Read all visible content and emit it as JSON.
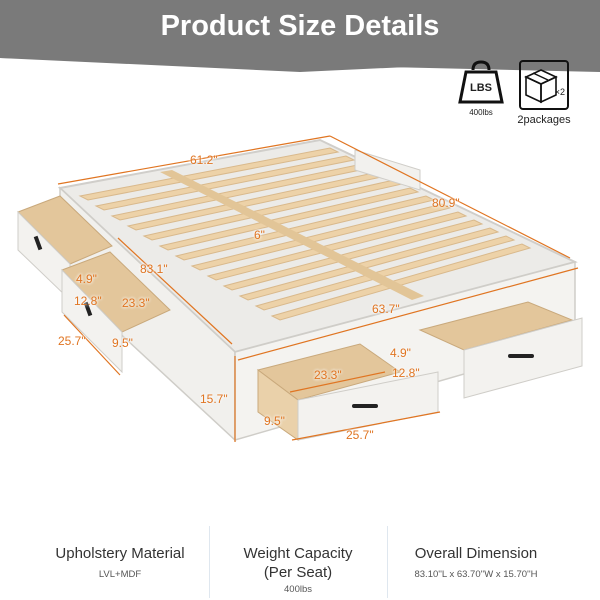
{
  "header": {
    "title": "Product Size Details"
  },
  "badges": {
    "weight_icon_text": "LBS",
    "weight_caption": "400lbs",
    "package_count": "×2",
    "package_caption": "2packages"
  },
  "dimensions": {
    "width": "61.2\"",
    "length": "80.9\"",
    "slat_gap": "6\"",
    "length_inner": "83.1\"",
    "width_inner": "63.7\"",
    "height": "15.7\"",
    "drawer_left_depth": "4.9\"",
    "drawer_left_width": "12.8\"",
    "drawer_left_length": "23.3\"",
    "drawer_left_outer": "25.7\"",
    "drawer_left_height": "9.5\"",
    "drawer_front_depth": "4.9\"",
    "drawer_front_width": "12.8\"",
    "drawer_front_length": "23.3\"",
    "drawer_front_height": "9.5\"",
    "drawer_front_outer": "25.7\""
  },
  "specs": [
    {
      "title": "Upholstery Material",
      "value": "LVL+MDF"
    },
    {
      "title": "Weight Capacity\n(Per Seat)",
      "value": "400lbs"
    },
    {
      "title": "Overall Dimension",
      "value": "83.10''L x 63.70''W x 15.70''H"
    }
  ],
  "colors": {
    "banner": "#7a7a7a",
    "dimension": "#e07522",
    "frame": "#efefef",
    "wood": "#e6c9a0"
  }
}
